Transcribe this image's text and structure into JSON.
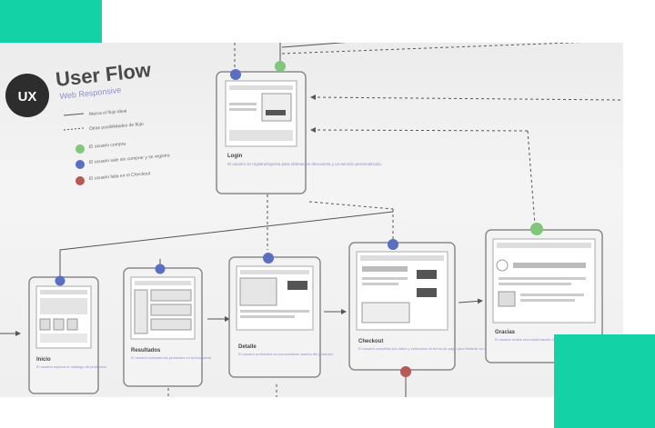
{
  "flow": {
    "title": "User Flow",
    "subtitle": "Web Responsive",
    "logo_text": "UX"
  },
  "legend": [
    {
      "text": "Marca el flujo ideal"
    },
    {
      "text": "Otras posibilidades de flujo"
    },
    {
      "text": "El usuario compra",
      "color": "#7fc77a"
    },
    {
      "text": "El usuario sale sin comprar y se registra",
      "color": "#5b6fc0"
    },
    {
      "text": "El usuario falla en el Checkout",
      "color": "#b55a55"
    }
  ],
  "screens": {
    "login": {
      "title": "Login",
      "desc": "El usuario se registra/ingresa para obtener un descuento y un servicio personalizado."
    },
    "home": {
      "title": "Inicio",
      "desc": "El usuario explora el catálogo de productos"
    },
    "results": {
      "title": "Resultados",
      "desc": "El usuario compara los productos en la búsqueda"
    },
    "detail": {
      "title": "Detalle",
      "desc": "El usuario profundiza su conocimiento acerca del producto"
    },
    "checkout": {
      "title": "Checkout",
      "desc": "El usuario completa sus datos y selecciona la forma de pago para finalizar su compra"
    },
    "thanks": {
      "title": "Gracias",
      "desc": "El usuario recibe una confirmación de su compra"
    }
  },
  "colors": {
    "accent": "#13d3a6",
    "green": "#7fc77a",
    "blue": "#5b6fc0",
    "red": "#b55a55"
  }
}
